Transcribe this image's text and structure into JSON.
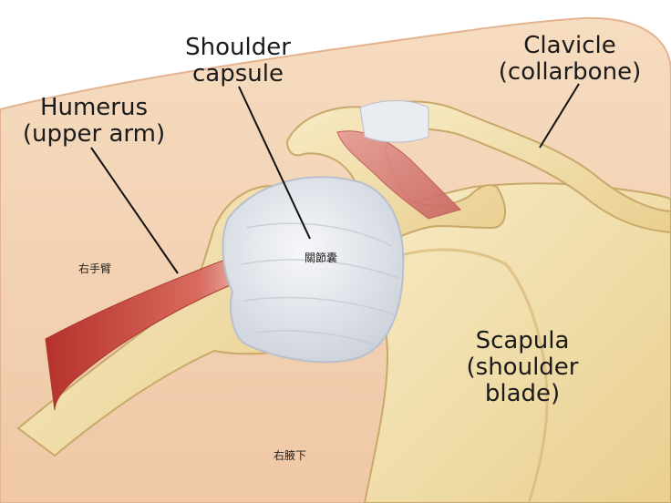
{
  "labels": {
    "shoulder_capsule": {
      "line1": "Shoulder",
      "line2": "capsule"
    },
    "humerus": {
      "line1": "Humerus",
      "line2": "(upper arm)"
    },
    "clavicle": {
      "line1": "Clavicle",
      "line2": "(collarbone)"
    },
    "scapula": {
      "line1": "Scapula",
      "line2": "(shoulder",
      "line3": "blade)"
    }
  },
  "annotations": {
    "right_arm": "右手臂",
    "joint_capsule": "關節囊",
    "right_armpit": "右腋下"
  },
  "colors": {
    "skin": "#f1cfae",
    "bone": "#f2dfa8",
    "bone_shadow": "#ddbf80",
    "capsule": "#e6e9ee",
    "muscle": "#c9473d",
    "ligament": "#e08a8a"
  }
}
